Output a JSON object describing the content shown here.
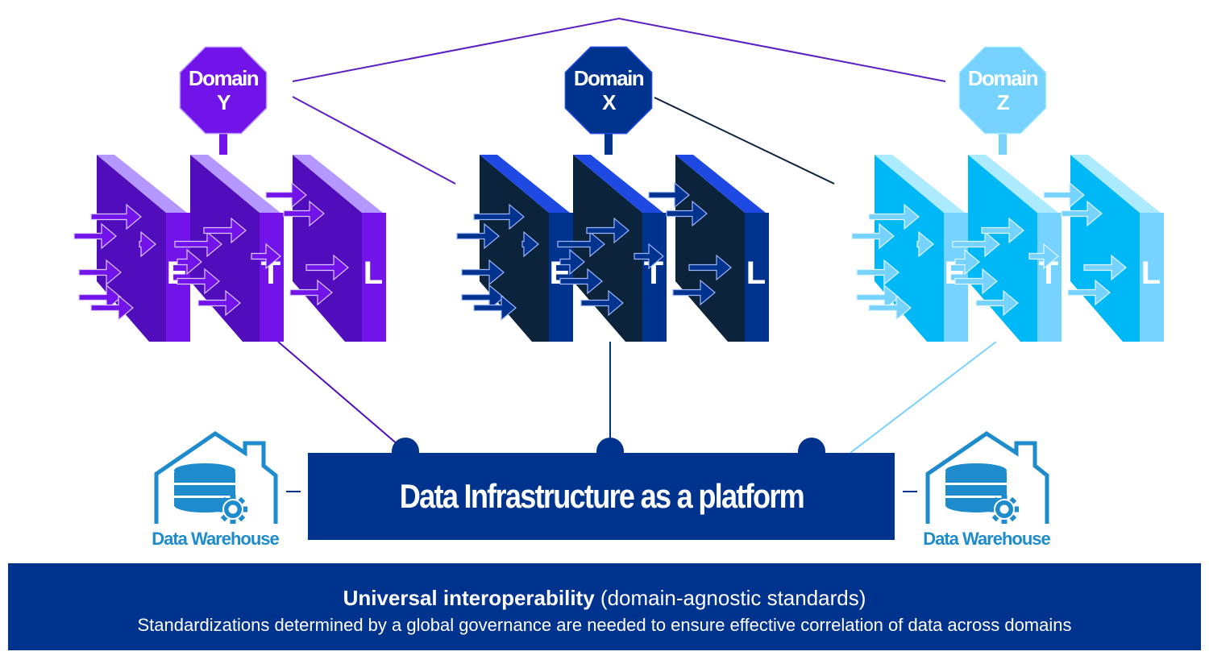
{
  "diagram": {
    "connector_color_top": "#5b1fc4",
    "domains": [
      {
        "id": "y",
        "label_line1": "Domain",
        "label_line2": "Y",
        "colors": {
          "octagon": "#7213ea",
          "octagon_border": "#b497ff",
          "front": "#510dbc",
          "top": "#b497ff",
          "side": "#7213ea",
          "arrow": "#7213ea",
          "arrow_outline": "#d9c8ff",
          "line": "#510dbc"
        },
        "stages": [
          "E",
          "T",
          "L"
        ]
      },
      {
        "id": "x",
        "label_line1": "Domain",
        "label_line2": "X",
        "colors": {
          "octagon": "#00338d",
          "octagon_border": "#1e49e2",
          "front": "#0c233c",
          "top": "#1e49e2",
          "side": "#00338d",
          "arrow": "#00338d",
          "arrow_outline": "#9db4ff",
          "line": "#00338d"
        },
        "stages": [
          "E",
          "T",
          "L"
        ]
      },
      {
        "id": "z",
        "label_line1": "Domain",
        "label_line2": "Z",
        "colors": {
          "octagon": "#76d2ff",
          "octagon_border": "#acebff",
          "front": "#00b8f5",
          "top": "#acebff",
          "side": "#76d2ff",
          "arrow": "#76d2ff",
          "arrow_outline": "#e0f6ff",
          "line": "#76d2ff"
        },
        "stages": [
          "E",
          "T",
          "L"
        ]
      }
    ],
    "platform": {
      "title": "Data Infrastructure as a platform",
      "color": "#00338d"
    },
    "warehouses": [
      {
        "label": "Data Warehouse",
        "color": "#1e8bcd"
      },
      {
        "label": "Data Warehouse",
        "color": "#1e8bcd"
      }
    ],
    "banner": {
      "title_bold": "Universal interoperability",
      "title_rest": " (domain-agnostic standards)",
      "subtitle": "Standardizations determined by a global governance are needed to ensure effective correlation of data across domains",
      "color": "#00338d"
    }
  }
}
